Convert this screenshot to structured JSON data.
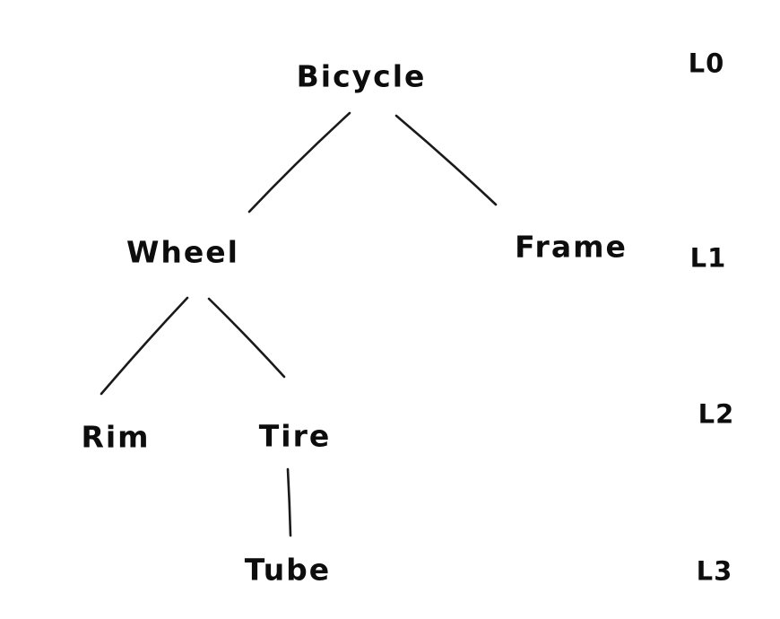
{
  "diagram": {
    "type": "tree",
    "colors": {
      "ink": "#1a1a1a",
      "background": "#ffffff"
    },
    "nodes": {
      "bicycle": {
        "label": "Bicycle",
        "level": "L0"
      },
      "wheel": {
        "label": "Wheel",
        "level": "L1"
      },
      "frame": {
        "label": "Frame",
        "level": "L1"
      },
      "rim": {
        "label": "Rim",
        "level": "L2"
      },
      "tire": {
        "label": "Tire",
        "level": "L2"
      },
      "tube": {
        "label": "Tube",
        "level": "L3"
      }
    },
    "edges": [
      {
        "from": "Bicycle",
        "to": "Wheel"
      },
      {
        "from": "Bicycle",
        "to": "Frame"
      },
      {
        "from": "Wheel",
        "to": "Rim"
      },
      {
        "from": "Wheel",
        "to": "Tire"
      },
      {
        "from": "Tire",
        "to": "Tube"
      }
    ],
    "level_labels": [
      "L0",
      "L1",
      "L2",
      "L3"
    ]
  }
}
